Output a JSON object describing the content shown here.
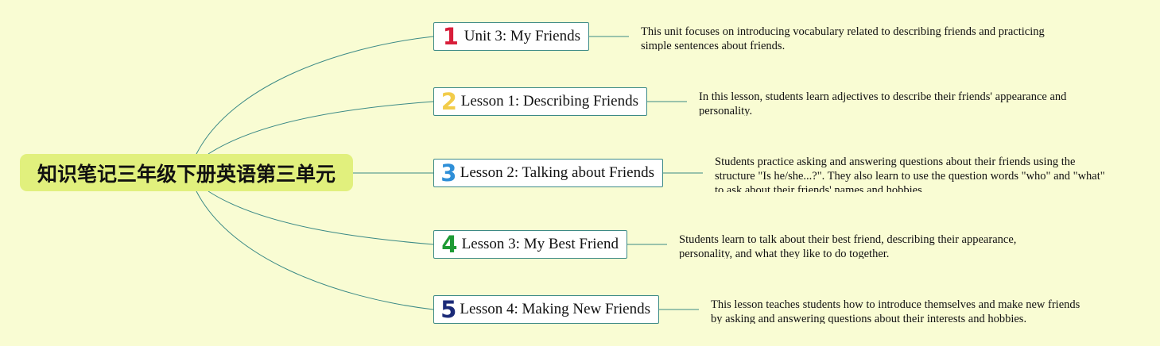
{
  "root": {
    "title": "知识笔记三年级下册英语第三单元"
  },
  "branches": [
    {
      "marker": "1",
      "marker_color": "#d81e3a",
      "label": "Unit 3: My Friends",
      "note": "This unit focuses on introducing vocabulary related to describing friends and practicing simple sentences about friends."
    },
    {
      "marker": "2",
      "marker_color": "#f2cc4a",
      "label": "Lesson 1: Describing Friends",
      "note": "In this lesson, students learn adjectives to describe their friends' appearance and personality."
    },
    {
      "marker": "3",
      "marker_color": "#2f8fd8",
      "label": "Lesson 2: Talking about Friends",
      "note": "Students practice asking and answering questions about their friends using the structure \"Is he/she...?\". They also learn to use the question words \"who\" and \"what\" to ask about their friends' names and hobbies."
    },
    {
      "marker": "4",
      "marker_color": "#1e9a34",
      "label": "Lesson 3: My Best Friend",
      "note": "Students learn to talk about their best friend, describing their appearance, personality, and what they like to do together."
    },
    {
      "marker": "5",
      "marker_color": "#1b2a78",
      "label": "Lesson 4: Making New Friends",
      "note": "This lesson teaches students how to introduce themselves and make new friends by asking and answering questions about their interests and hobbies."
    }
  ],
  "colors": {
    "background": "#f9fcd3",
    "root_fill": "#e1f07d",
    "connector": "#3c8a86"
  }
}
